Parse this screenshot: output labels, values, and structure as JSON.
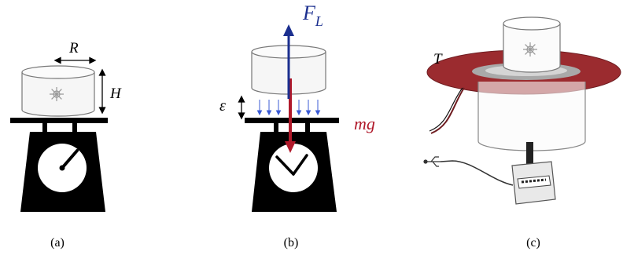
{
  "panels": [
    {
      "caption": "(a)"
    },
    {
      "caption": "(b)"
    },
    {
      "caption": "(c)"
    }
  ],
  "labels": {
    "radius": "R",
    "height": "H",
    "gap": "ε",
    "lift_force_main": "F",
    "lift_force_sub": "L",
    "weight": "mg",
    "temperature": "T"
  },
  "colors": {
    "ink": "#000000",
    "lift_arrow": "#1b2f8f",
    "weight_arrow": "#b0192a",
    "hot_plate": "#9b2b2f",
    "plate_ring": "#a9a9a9",
    "airflow": "#3b5bd6"
  },
  "icons": [
    "snowflake-icon",
    "usb-plug-icon"
  ]
}
